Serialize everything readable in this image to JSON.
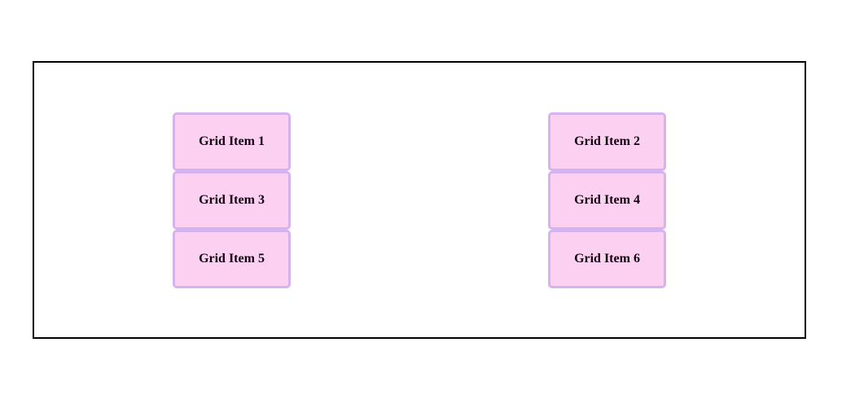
{
  "page": {
    "background_color": "#ffffff"
  },
  "container": {
    "label": "grid-container",
    "border_color": "#000000",
    "background_color": "#ffffff",
    "columns": 2,
    "rows": 3
  },
  "item_style": {
    "fill_color": "#fcd0f0",
    "border_color": "#d5b3f0",
    "text_color": "#100010"
  },
  "items": [
    {
      "label": "Grid Item 1"
    },
    {
      "label": "Grid Item 2"
    },
    {
      "label": "Grid Item 3"
    },
    {
      "label": "Grid Item 4"
    },
    {
      "label": "Grid Item 5"
    },
    {
      "label": "Grid Item 6"
    }
  ]
}
